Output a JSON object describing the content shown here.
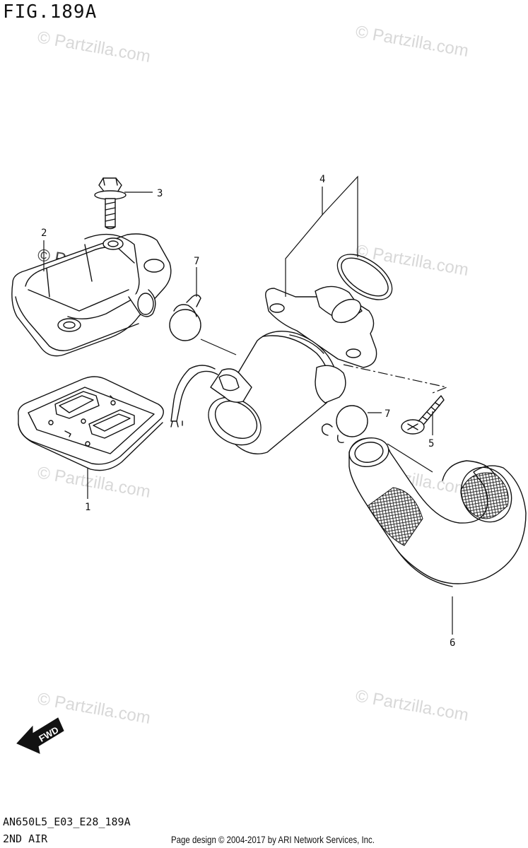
{
  "figure": {
    "title": "FIG.189A",
    "code": "AN650L5_E03_E28_189A",
    "name": "2ND AIR",
    "copyright": "Page design © 2004-2017 by ARI Network Services, Inc."
  },
  "watermark": {
    "text": "© Partzilla.com"
  },
  "fwd_label": "FWD",
  "callouts": [
    {
      "number": "1",
      "part": "gasket"
    },
    {
      "number": "2",
      "part": "reed-valve-cover"
    },
    {
      "number": "3",
      "part": "bolt"
    },
    {
      "number": "4",
      "part": "air-valve"
    },
    {
      "number": "5",
      "part": "screw"
    },
    {
      "number": "6",
      "part": "air-hose"
    },
    {
      "number": "7",
      "part": "clamp"
    },
    {
      "number": "7",
      "part": "clamp"
    }
  ],
  "colors": {
    "line": "#111111",
    "watermark": "#d8d8d8",
    "background": "#ffffff"
  }
}
